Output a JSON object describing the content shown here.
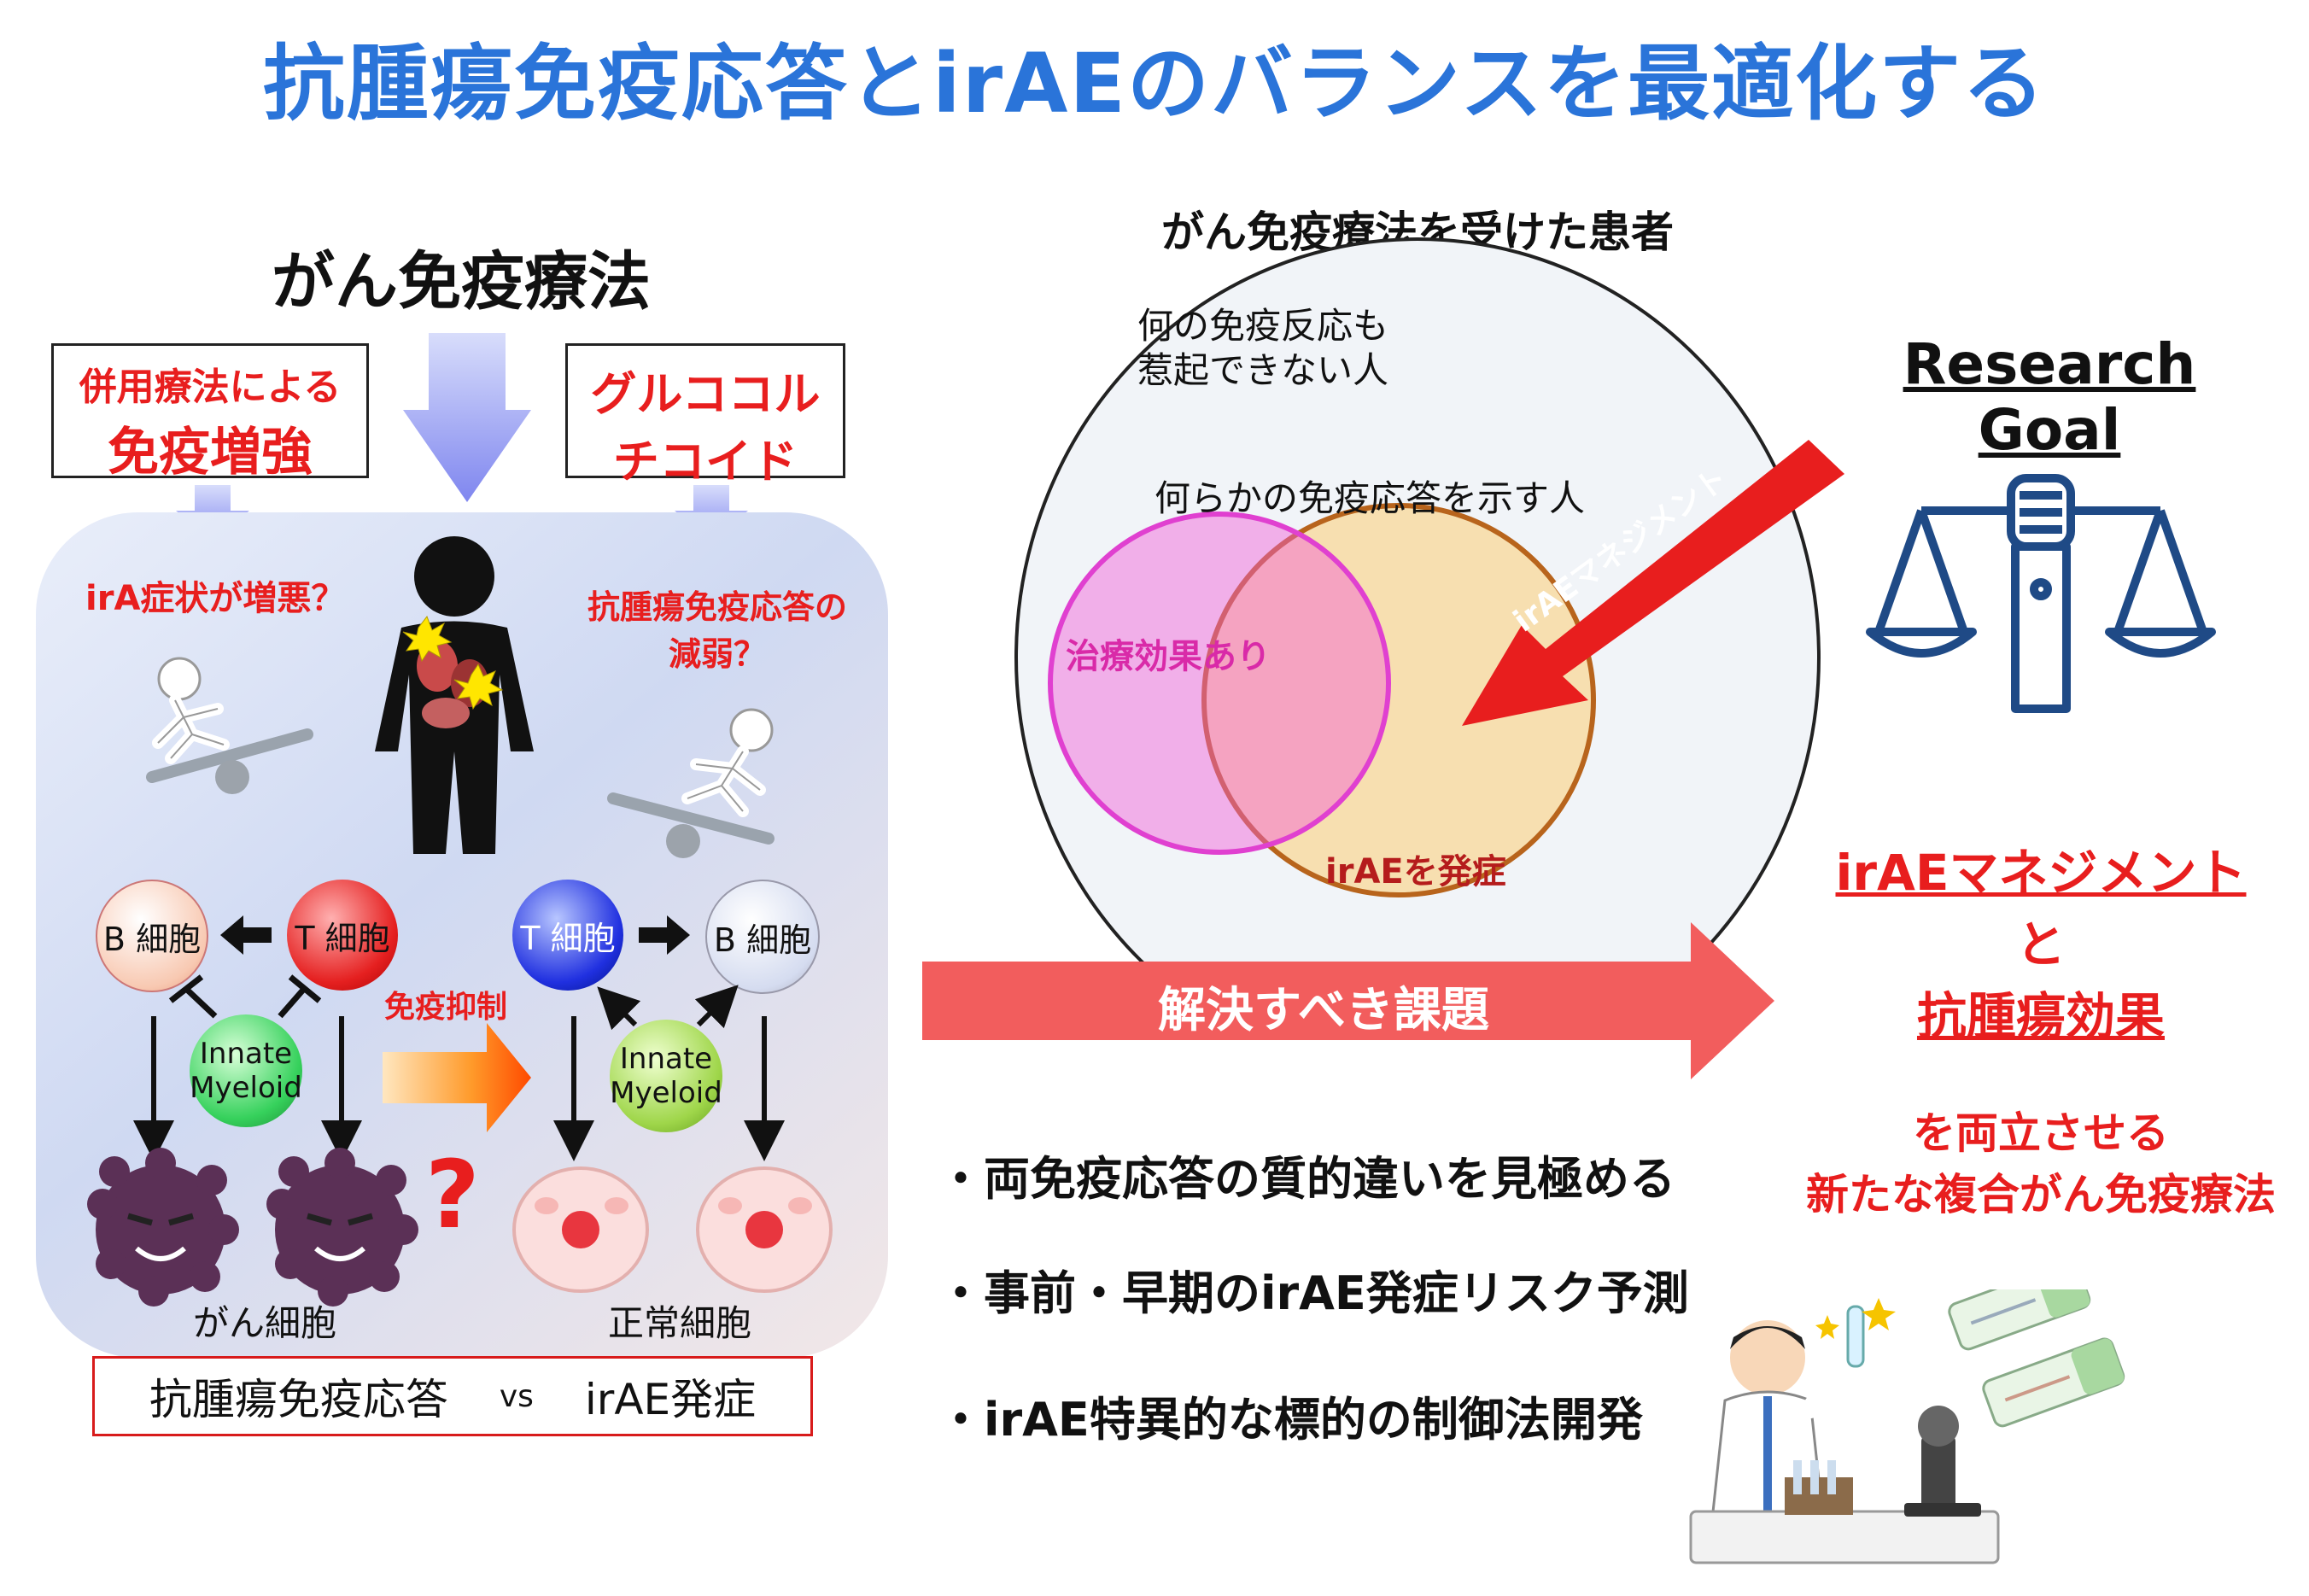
{
  "title": "抗腫瘍免疫応答とirAEのバランスを最適化する",
  "left": {
    "heading": "がん免疫療法",
    "box_combo_line1": "併用療法による",
    "box_combo_line2": "免疫増強",
    "box_gluco_line1": "グルココル",
    "box_gluco_line2": "チコイド",
    "q_irae": "irA症状が増悪？",
    "q_antitumor_line1": "抗腫瘍免疫応答の",
    "q_antitumor_line2": "減弱？",
    "cells": {
      "b_cell": "B 細胞",
      "t_cell": "T 細胞",
      "innate_line1": "Innate",
      "innate_line2": "Myeloid"
    },
    "suppression_label": "免疫抑制",
    "question_mark": "?",
    "cancer_cells_label": "がん細胞",
    "normal_cells_label": "正常細胞",
    "bottom_left": "抗腫瘍免疫応答",
    "bottom_vs": "vs",
    "bottom_right": "irAE発症"
  },
  "venn": {
    "heading": "がん免疫療法を受けた患者",
    "outer_line1": "何の免疫反応も",
    "outer_line2": "惹起できない人",
    "middle_label": "何らかの免疫応答を示す人",
    "therapy_effect": "治療効果あり",
    "irae_onset": "irAEを発症",
    "arrow_label": "irAEマネジメント"
  },
  "goal": {
    "title": "Research Goal",
    "line1": "irAEマネジメント",
    "line2": "と",
    "line3": "抗腫瘍効果",
    "line4": "を両立させる",
    "line5": "新たな複合がん免疫療法"
  },
  "issues": {
    "arrow_label": "解決すべき課題",
    "bullets": [
      "・両免疫応答の質的違いを見極める",
      "・事前・早期のirAE発症リスク予測",
      "・irAE特異的な標的の制御法開発"
    ]
  },
  "colors": {
    "title_blue": "#2a74d9",
    "accent_red": "#e81e1e",
    "magenta": "#e040d0",
    "orange_brown": "#b8641c",
    "navy": "#1f4a86"
  }
}
